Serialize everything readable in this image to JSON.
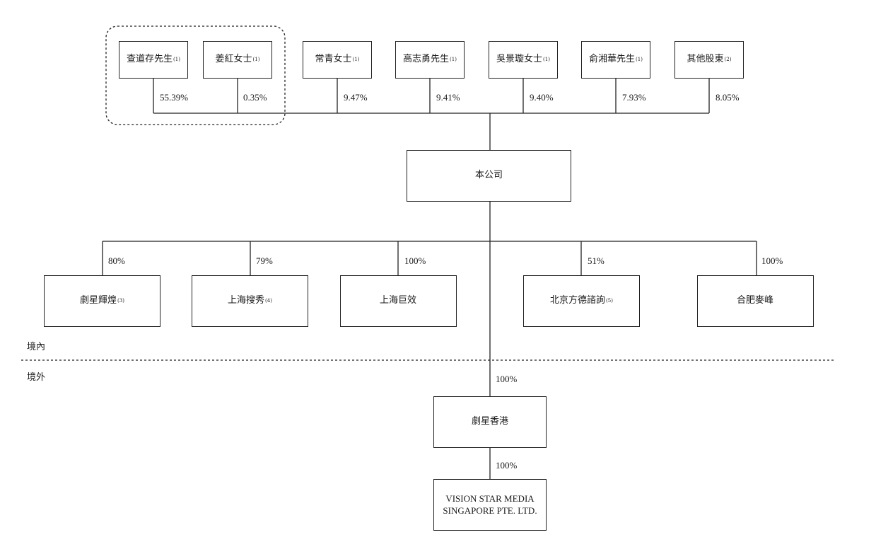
{
  "shareholders": [
    {
      "name": "查道存先生",
      "note": "(1)",
      "pct": "55.39%"
    },
    {
      "name": "姜紅女士",
      "note": "(1)",
      "pct": "0.35%"
    },
    {
      "name": "常青女士",
      "note": "(1)",
      "pct": "9.47%"
    },
    {
      "name": "高志勇先生",
      "note": "(1)",
      "pct": "9.41%"
    },
    {
      "name": "吳景璇女士",
      "note": "(1)",
      "pct": "9.40%"
    },
    {
      "name": "俞湘華先生",
      "note": "(1)",
      "pct": "7.93%"
    },
    {
      "name": "其他股東",
      "note": "(2)",
      "pct": "8.05%"
    }
  ],
  "company": {
    "name": "本公司"
  },
  "subsidiaries": [
    {
      "name": "劇星輝煌",
      "note": "(3)",
      "pct": "80%"
    },
    {
      "name": "上海搜秀",
      "note": "(4)",
      "pct": "79%"
    },
    {
      "name": "上海巨效",
      "note": "",
      "pct": "100%"
    },
    {
      "name": "北京方德諮詢",
      "note": "(5)",
      "pct": "51%"
    },
    {
      "name": "合肥麥峰",
      "note": "",
      "pct": "100%"
    }
  ],
  "regions": {
    "onshore": "境內",
    "offshore": "境外"
  },
  "hk": {
    "name": "劇星香港",
    "pct": "100%"
  },
  "sg": {
    "line1": "VISION STAR MEDIA",
    "line2": "SINGAPORE PTE. LTD.",
    "pct": "100%"
  }
}
